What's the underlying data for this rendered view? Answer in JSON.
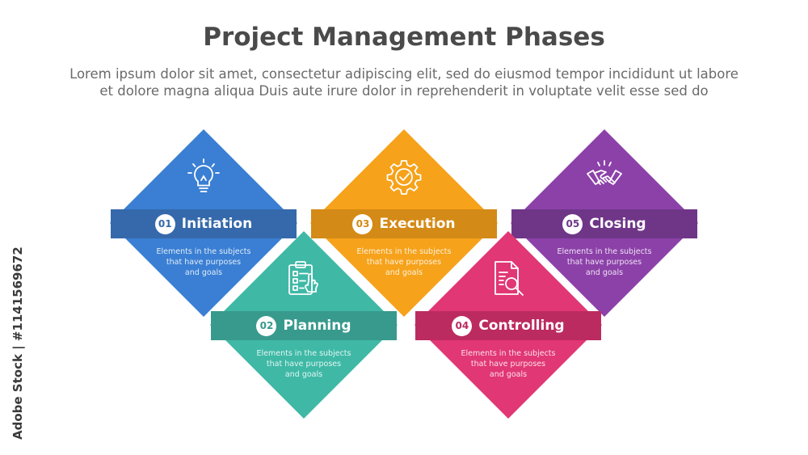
{
  "title": "Project Management Phases",
  "subtitle": {
    "line1": "Lorem ipsum dolor sit amet, consectetur adipiscing elit, sed do eiusmod tempor incididunt ut labore",
    "line2": "et dolore magna aliqua Duis aute irure dolor in reprehenderit in voluptate velit esse sed do"
  },
  "phases": [
    {
      "number": "01",
      "label": "Initiation",
      "icon": "lightbulb-icon",
      "color": "#3a7fd3",
      "band_color": "#3569ab",
      "desc": [
        "Elements in the subjects",
        "that have purposes",
        "and  goals"
      ]
    },
    {
      "number": "02",
      "label": "Planning",
      "icon": "clipboard-checklist-icon",
      "color": "#3fb9a6",
      "band_color": "#389a8d",
      "desc": [
        "Elements in the subjects",
        "that have purposes",
        "and  goals"
      ]
    },
    {
      "number": "03",
      "label": "Execution",
      "icon": "gear-check-icon",
      "color": "#f6a21a",
      "band_color": "#d48a16",
      "desc": [
        "Elements in the subjects",
        "that have purposes",
        "and  goals"
      ]
    },
    {
      "number": "04",
      "label": "Controlling",
      "icon": "document-search-icon",
      "color": "#e13774",
      "band_color": "#bc2b60",
      "desc": [
        "Elements in the subjects",
        "that have purposes",
        "and  goals"
      ]
    },
    {
      "number": "05",
      "label": "Closing",
      "icon": "handshake-icon",
      "color": "#8c41a9",
      "band_color": "#6f3688",
      "desc": [
        "Elements in the subjects",
        "that have purposes",
        "and  goals"
      ]
    }
  ],
  "watermark": "Adobe Stock | #1141569672"
}
